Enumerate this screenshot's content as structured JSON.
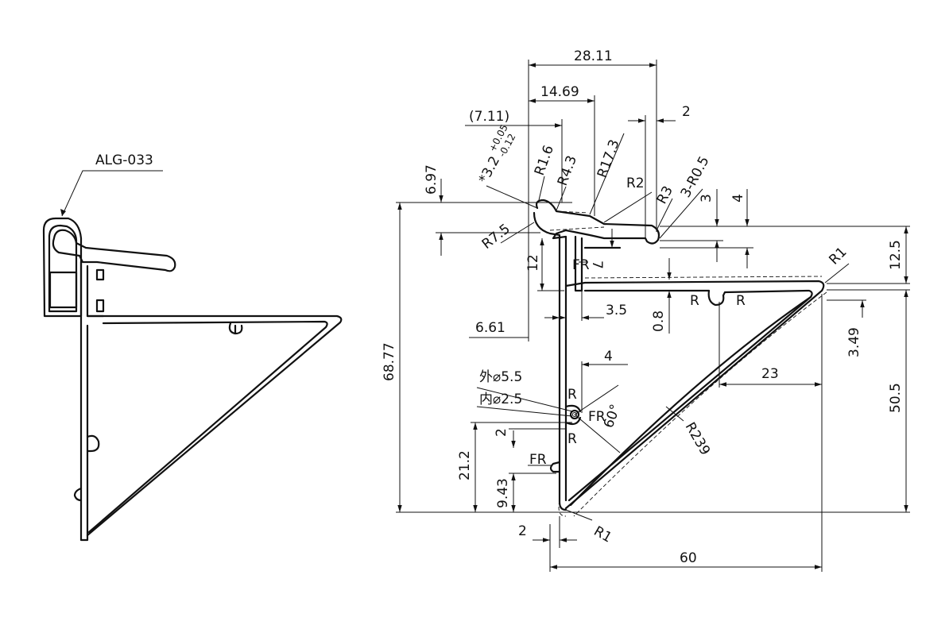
{
  "profile": {
    "code": "ALG-033"
  },
  "dims": {
    "d_28_11": "28.11",
    "d_14_69": "14.69",
    "d_7_11": "(7.11)",
    "d_2_top": "2",
    "d_6_97": "6.97",
    "d_3_2": "*3.2",
    "d_3_2_tol_up": "+0.05",
    "d_3_2_tol_dn": "-0.12",
    "r_1_6": "R1.6",
    "r_4_3": "R4.3",
    "r_17_3": "R17.3",
    "r_2": "R2",
    "r_3": "R3",
    "r_3_0_5": "3-R0.5",
    "d_3": "3",
    "d_4_top": "4",
    "r_7_5": "R7.5",
    "d_12": "12",
    "fr_1": "FR",
    "d_7": "7",
    "d_12_5": "12.5",
    "r_1_top": "R1",
    "r_left": "R",
    "r_right": "R",
    "d_3_5": "3.5",
    "d_0_8": "0.8",
    "d_6_61": "6.61",
    "d_3_49": "3.49",
    "d_4_mid": "4",
    "d_23": "23",
    "d_68_77": "68.77",
    "d_50_5": "50.5",
    "outer_dia": "外⌀5.5",
    "inner_dia": "内⌀2.5",
    "r_up": "R",
    "fr_2": "FR",
    "d_60deg": "60°",
    "r_dn": "R",
    "r_239": "R239",
    "d_2_mid": "2",
    "d_21_2": "21.2",
    "fr_3": "FR",
    "d_9_43": "9.43",
    "d_2_bot": "2",
    "r_1_bot": "R1",
    "d_60": "60"
  }
}
